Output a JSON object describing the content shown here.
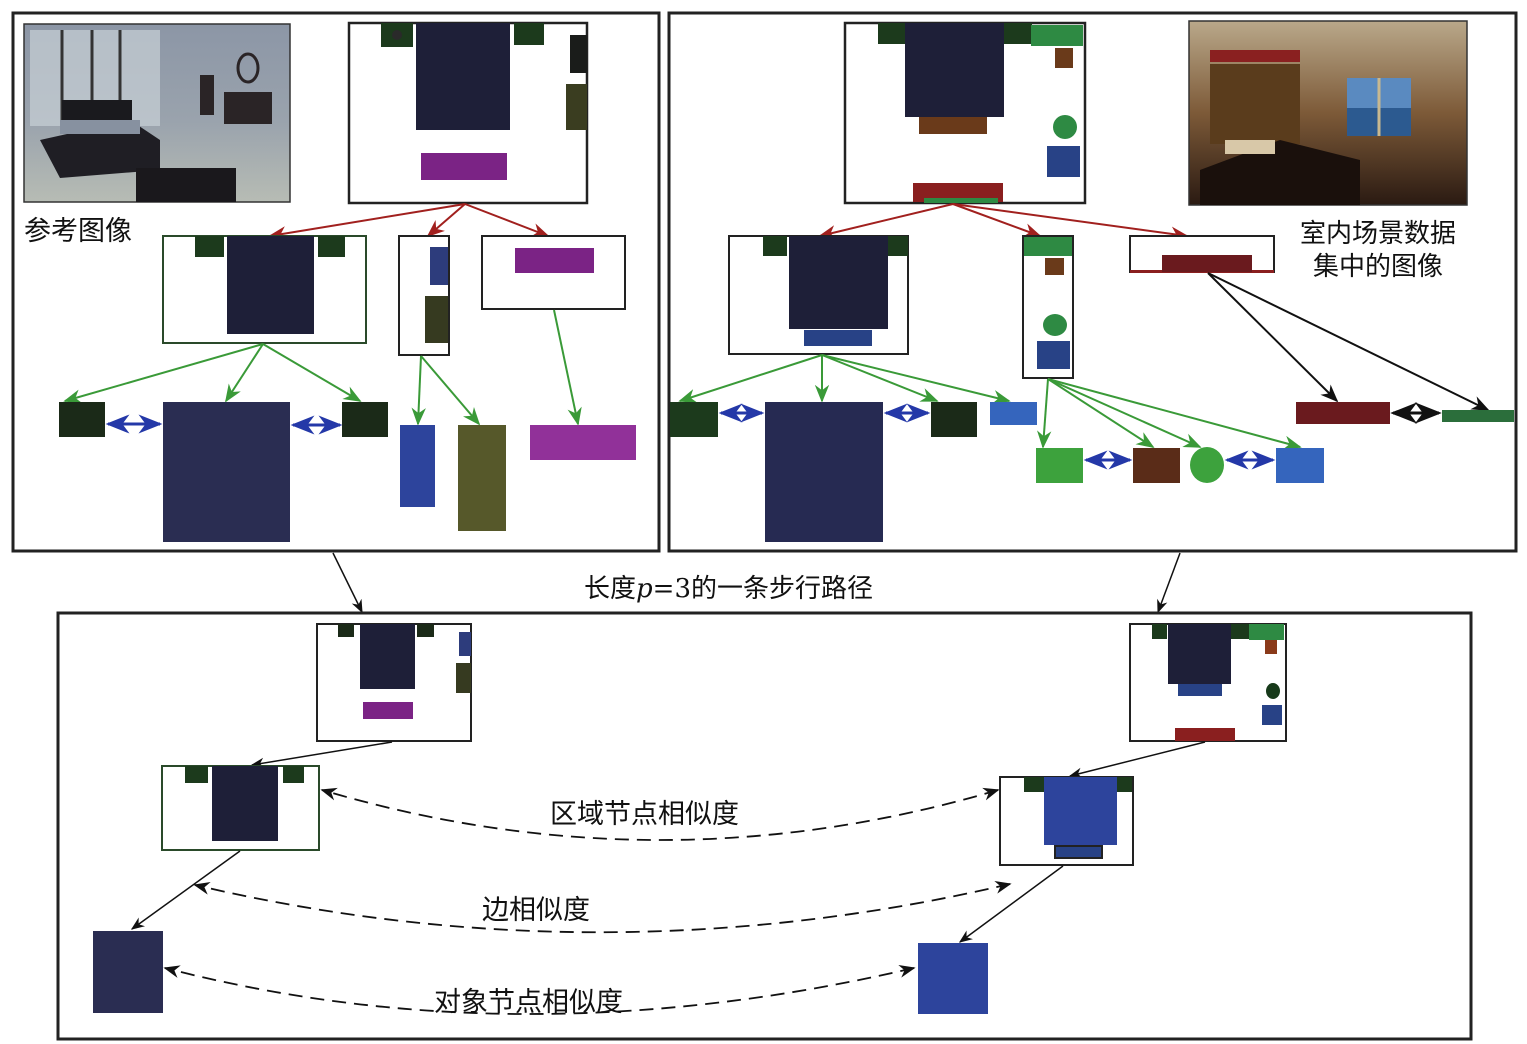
{
  "labels": {
    "reference_image": "参考图像",
    "dataset_image_line1": "室内场景数据",
    "dataset_image_line2": "集中的图像",
    "walk_path_prefix": "长度",
    "walk_path_var": "p",
    "walk_path_suffix": "=3的一条步行路径",
    "region_similarity": "区域节点相似度",
    "edge_similarity": "边相似度",
    "object_similarity": "对象节点相似度"
  },
  "colors": {
    "frame": "#222222",
    "bed": "#1e1f38",
    "bed_light": "#2a2d52",
    "nightstand": "#1c3a1c",
    "nightstand_dark": "#1b2a18",
    "purple": "#7b2385",
    "purple_light": "#913199",
    "olive": "#3a3d20",
    "olive_light": "#56582a",
    "blue": "#2d449c",
    "blue_mid": "#284286",
    "blue_light": "#3565bd",
    "green": "#2e8a43",
    "green_light": "#3da23d",
    "brown": "#6a3a1a",
    "brown_dark": "#5a2c18",
    "red": "#8a1f1f",
    "red_dark": "#6a1a1e",
    "arrow_red": "#a1201e",
    "arrow_green": "#3a9a38",
    "arrow_blue": "#2438a8",
    "arrow_black": "#111111"
  },
  "nodes": {
    "reference_scene": "reference-scene-layout",
    "dataset_scene": "dataset-scene-layout"
  }
}
